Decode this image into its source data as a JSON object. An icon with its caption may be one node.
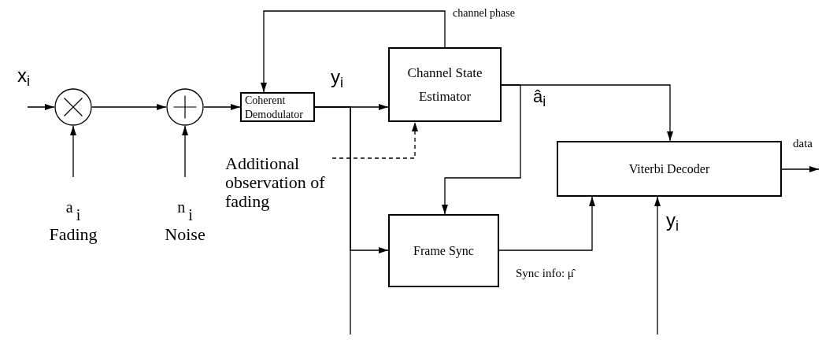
{
  "diagram": {
    "nodes": [
      {
        "text": [],
        "shape": "circle"
      },
      {
        "text": [],
        "shape": "circle"
      },
      {
        "text": [
          "Coherent Demodulator"
        ]
      },
      {
        "text": [
          "Channel State Estimator"
        ]
      },
      {
        "text": [
          "Viterbi Decoder"
        ]
      },
      {
        "text": [
          "Frame Sync"
        ]
      },
      {
        "text": [
          "a$_{i}$",
          "Fading"
        ]
      },
      {
        "text": [
          "n$_{i}$",
          "Noise"
        ]
      },
      {
        "text": [
          "Additional observation of fading"
        ]
      }
    ],
    "edges": [
      {
        "from": null,
        "to": 0,
        "arrow": "to",
        "label": "x$_{i}$"
      },
      {
        "from": 6,
        "to": 0,
        "arrow": "to"
      },
      {
        "from": 0,
        "to": 1,
        "arrow": "to"
      },
      {
        "from": 7,
        "to": 1,
        "arrow": "to"
      },
      {
        "from": 1,
        "to": 2,
        "arrow": "to"
      },
      {
        "from": 2,
        "to": 3,
        "arrow": "to",
        "label": "y$_{i}$"
      },
      {
        "from": 2,
        "to": 5,
        "arrow": "to"
      },
      {
        "from": 2,
        "to": null,
        "arrow": "none"
      },
      {
        "from": 3,
        "to": 2,
        "arrow": "to",
        "label": "channel phase"
      },
      {
        "from": 3,
        "to": 4,
        "arrow": "to"
      },
      {
        "from": 3,
        "to": 5,
        "arrow": "to",
        "label": "â$_{i}$"
      },
      {
        "from": 5,
        "to": 4,
        "arrow": "to",
        "label": "Sync info: μ̂"
      },
      {
        "from": null,
        "to": 4,
        "arrow": "to",
        "label": "y$_{i}$"
      },
      {
        "from": 4,
        "to": null,
        "arrow": "to",
        "label": "data"
      },
      {
        "from": 8,
        "to": 3,
        "arrow": "to",
        "style": "dashed"
      }
    ]
  }
}
